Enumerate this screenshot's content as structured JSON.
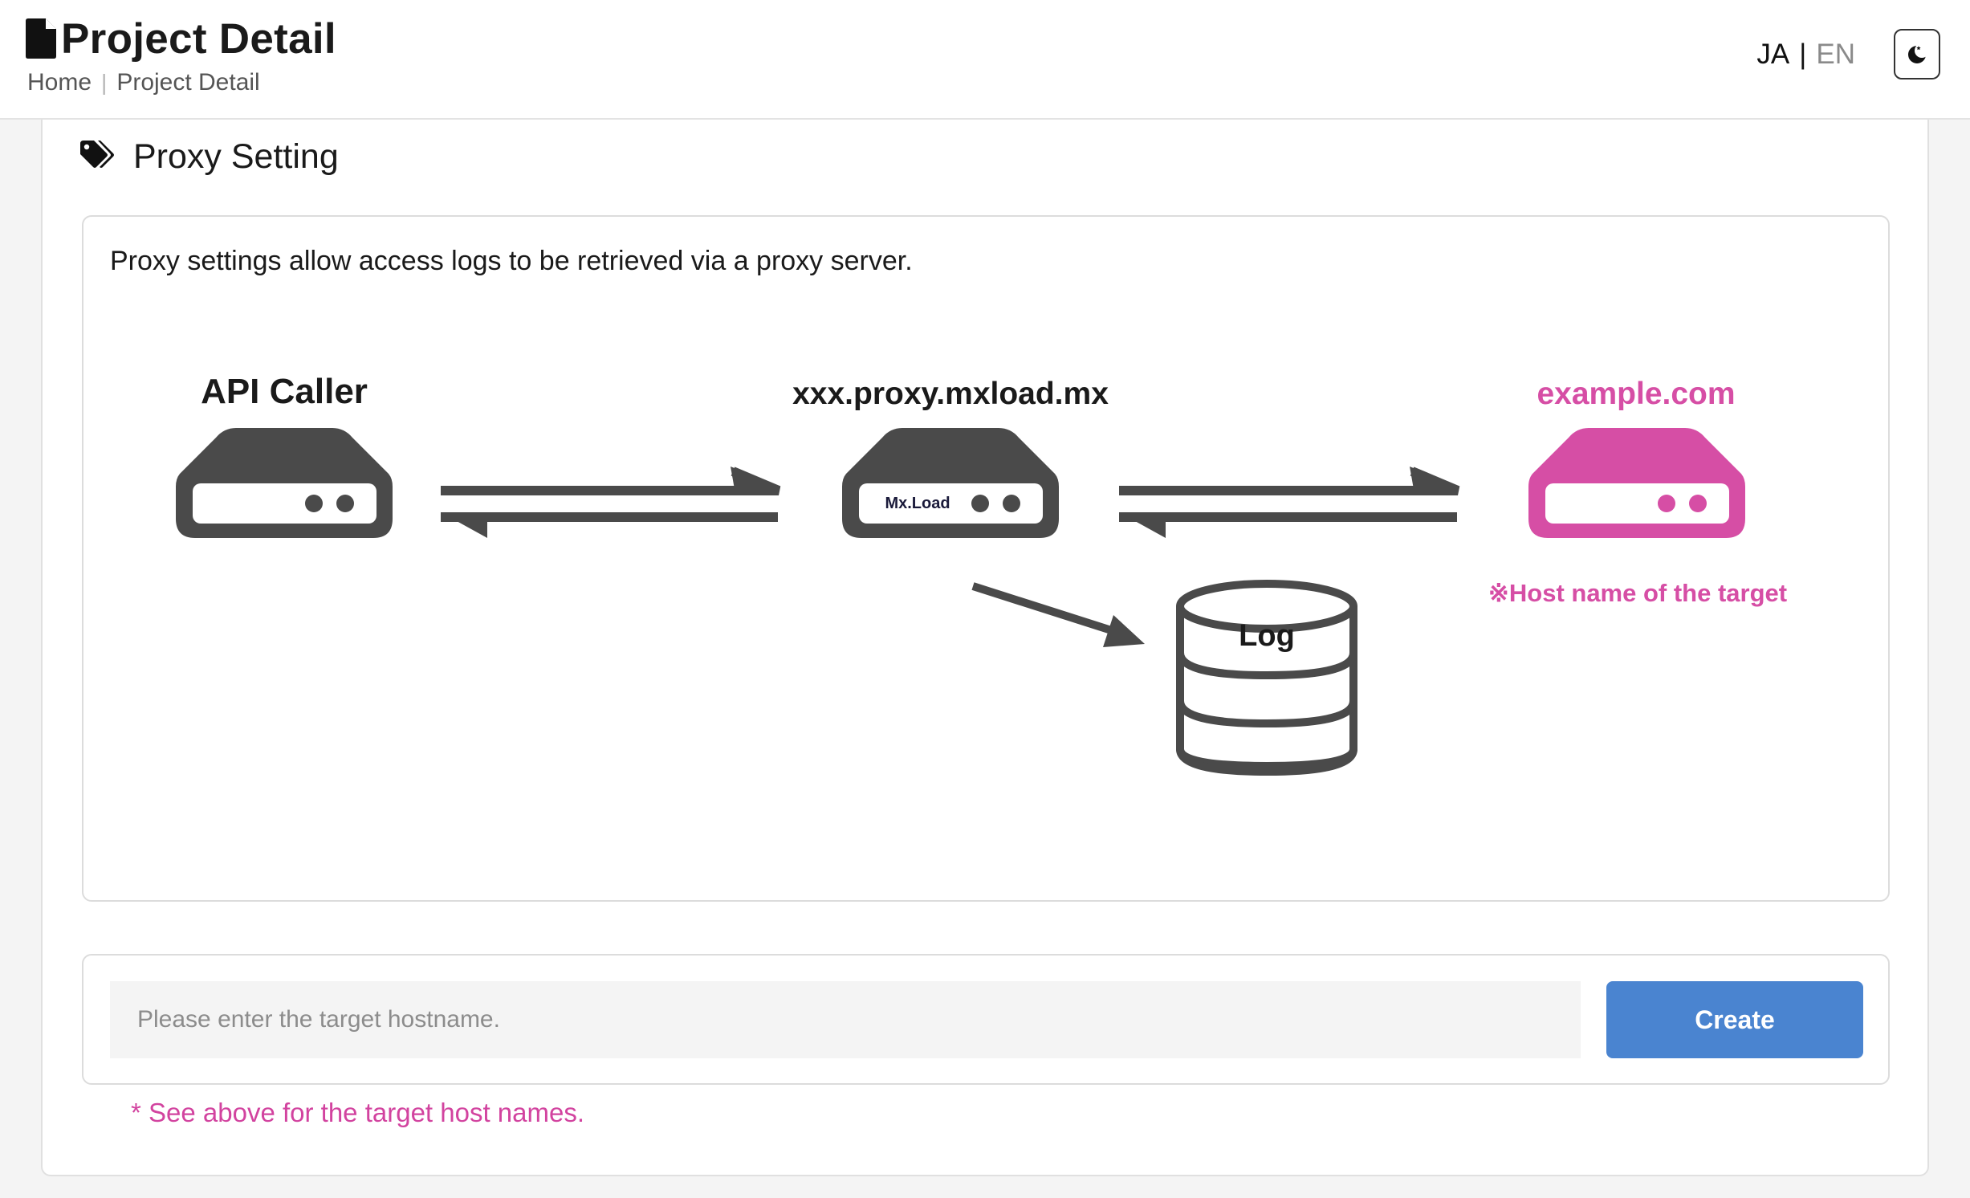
{
  "header": {
    "title": "Project Detail",
    "breadcrumb": [
      {
        "label": "Home"
      },
      {
        "label": "Project Detail"
      }
    ],
    "lang": {
      "ja": "JA",
      "separator": "|",
      "en": "EN",
      "active": "JA"
    },
    "icons": {
      "title": "file-icon",
      "theme_toggle": "moon-icon"
    }
  },
  "proxy": {
    "section_title": "Proxy Setting",
    "section_icon": "tags-icon",
    "description": "Proxy settings allow access logs to be retrieved via a proxy server.",
    "diagram": {
      "nodes": {
        "caller": "API Caller",
        "proxy": "xxx.proxy.mxload.mx",
        "proxy_logo": "Mx.Load",
        "target": "example.com",
        "target_note": "※Host name of the target",
        "log": "Log"
      },
      "colors": {
        "server": "#4a4a4a",
        "target": "#d64ea5"
      }
    },
    "form": {
      "input_value": "",
      "input_placeholder": "Please enter the target hostname.",
      "create_label": "Create"
    },
    "note": "* See above for the target host names."
  },
  "colors": {
    "accent": "#4a84d0",
    "pink": "#d2439f"
  }
}
